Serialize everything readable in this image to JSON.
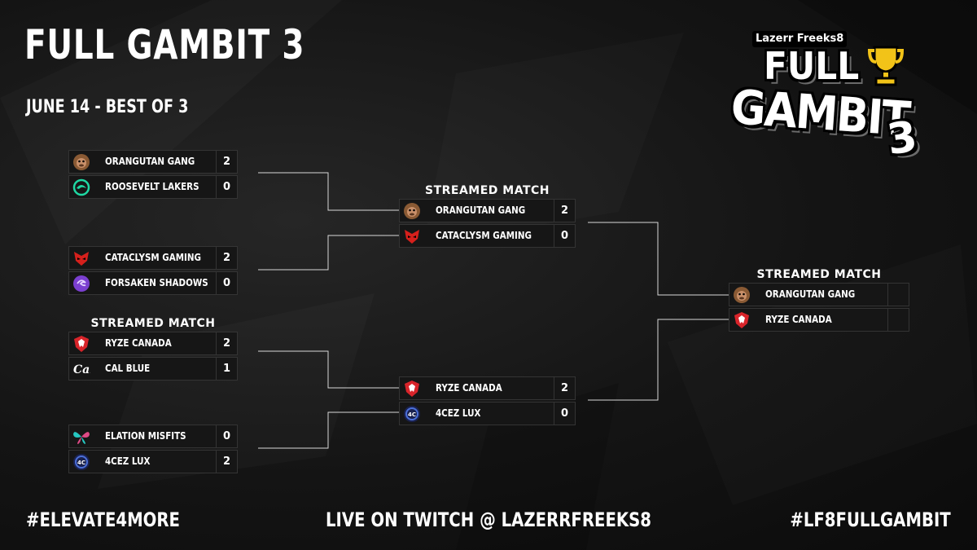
{
  "event": {
    "title": "FULL GAMBIT 3",
    "subtitle": "JUNE 14 - BEST OF 3"
  },
  "logo": {
    "brand": "Lazerr Freeks8",
    "word_full": "FULL",
    "word_gambit": "GAMBIT",
    "number": "3",
    "icon": "trophy-icon"
  },
  "labels": {
    "streamed_match": "STREAMED MATCH"
  },
  "teams": {
    "orangutan_gang": {
      "name": "ORANGUTAN GANG",
      "icon": "orangutan-logo-icon",
      "color": "#8a5a34"
    },
    "roosevelt_lakers": {
      "name": "ROOSEVELT LAKERS",
      "icon": "lakers-wave-logo-icon",
      "color": "#1fd8a3"
    },
    "cataclysm_gaming": {
      "name": "CATACLYSM GAMING",
      "icon": "cataclysm-mask-logo-icon",
      "color": "#d6201c"
    },
    "forsaken_shadows": {
      "name": "FORSAKEN SHADOWS",
      "icon": "forsaken-swirl-logo-icon",
      "color": "#7b3fd0"
    },
    "ryze_canada": {
      "name": "RYZE CANADA",
      "icon": "ryze-shield-logo-icon",
      "color": "#d8242a"
    },
    "cal_blue": {
      "name": "CAL BLUE",
      "icon": "cal-script-logo-icon",
      "color": "#ffffff"
    },
    "elation_misfits": {
      "name": "ELATION MISFITS",
      "icon": "butterfly-logo-icon",
      "color": "#26c6c0"
    },
    "4cez_lux": {
      "name": "4CEZ LUX",
      "icon": "4cez-crest-logo-icon",
      "color": "#4b6fd8"
    }
  },
  "rounds": {
    "quarterfinals": [
      {
        "streamed": false,
        "top": {
          "team": "orangutan_gang",
          "score": "2"
        },
        "bottom": {
          "team": "roosevelt_lakers",
          "score": "0"
        }
      },
      {
        "streamed": false,
        "top": {
          "team": "cataclysm_gaming",
          "score": "2"
        },
        "bottom": {
          "team": "forsaken_shadows",
          "score": "0"
        }
      },
      {
        "streamed": true,
        "top": {
          "team": "ryze_canada",
          "score": "2"
        },
        "bottom": {
          "team": "cal_blue",
          "score": "1"
        }
      },
      {
        "streamed": false,
        "top": {
          "team": "elation_misfits",
          "score": "0"
        },
        "bottom": {
          "team": "4cez_lux",
          "score": "2"
        }
      }
    ],
    "semifinals": [
      {
        "streamed": true,
        "top": {
          "team": "orangutan_gang",
          "score": "2"
        },
        "bottom": {
          "team": "cataclysm_gaming",
          "score": "0"
        }
      },
      {
        "streamed": false,
        "top": {
          "team": "ryze_canada",
          "score": "2"
        },
        "bottom": {
          "team": "4cez_lux",
          "score": "0"
        }
      }
    ],
    "final": [
      {
        "streamed": true,
        "top": {
          "team": "orangutan_gang",
          "score": ""
        },
        "bottom": {
          "team": "ryze_canada",
          "score": ""
        }
      }
    ]
  },
  "footer": {
    "left": "#ELEVATE4MORE",
    "center": "LIVE ON TWITCH @ LAZERRFREEKS8",
    "right": "#LF8FULLGAMBIT"
  },
  "colors": {
    "background": "#161616",
    "cell_border": "#343434",
    "connector": "#d8d8d8",
    "text": "#ffffff"
  }
}
